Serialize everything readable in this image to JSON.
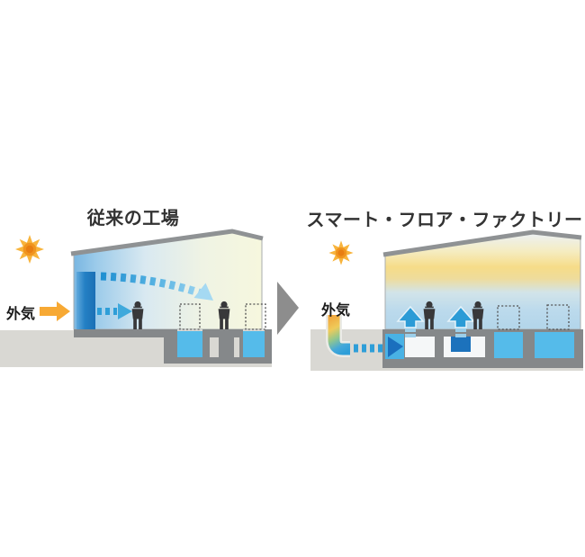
{
  "diagram": {
    "left_panel": {
      "title": "従来の工場",
      "outside_air_label": "外気"
    },
    "right_panel": {
      "title": "スマート・フロア・ファクトリー",
      "outside_air_label": "外気"
    },
    "colors": {
      "sun_orange": "#F0941F",
      "outside_air_arrow_orange": "#F7A934",
      "airflow_blue": "#2E9ED8",
      "airflow_light_blue": "#A5D9F2",
      "pit_water_blue": "#55BBEA",
      "door_blue": "#1B6FB5",
      "structure_gray": "#85888A",
      "ground_gray": "#D9D8D3",
      "warm_air_yellow": "#F6DC88",
      "cool_air_blue": "#B2D5EA",
      "transition_arrow_gray": "#8D8D8D",
      "title_text": "#333333"
    }
  }
}
